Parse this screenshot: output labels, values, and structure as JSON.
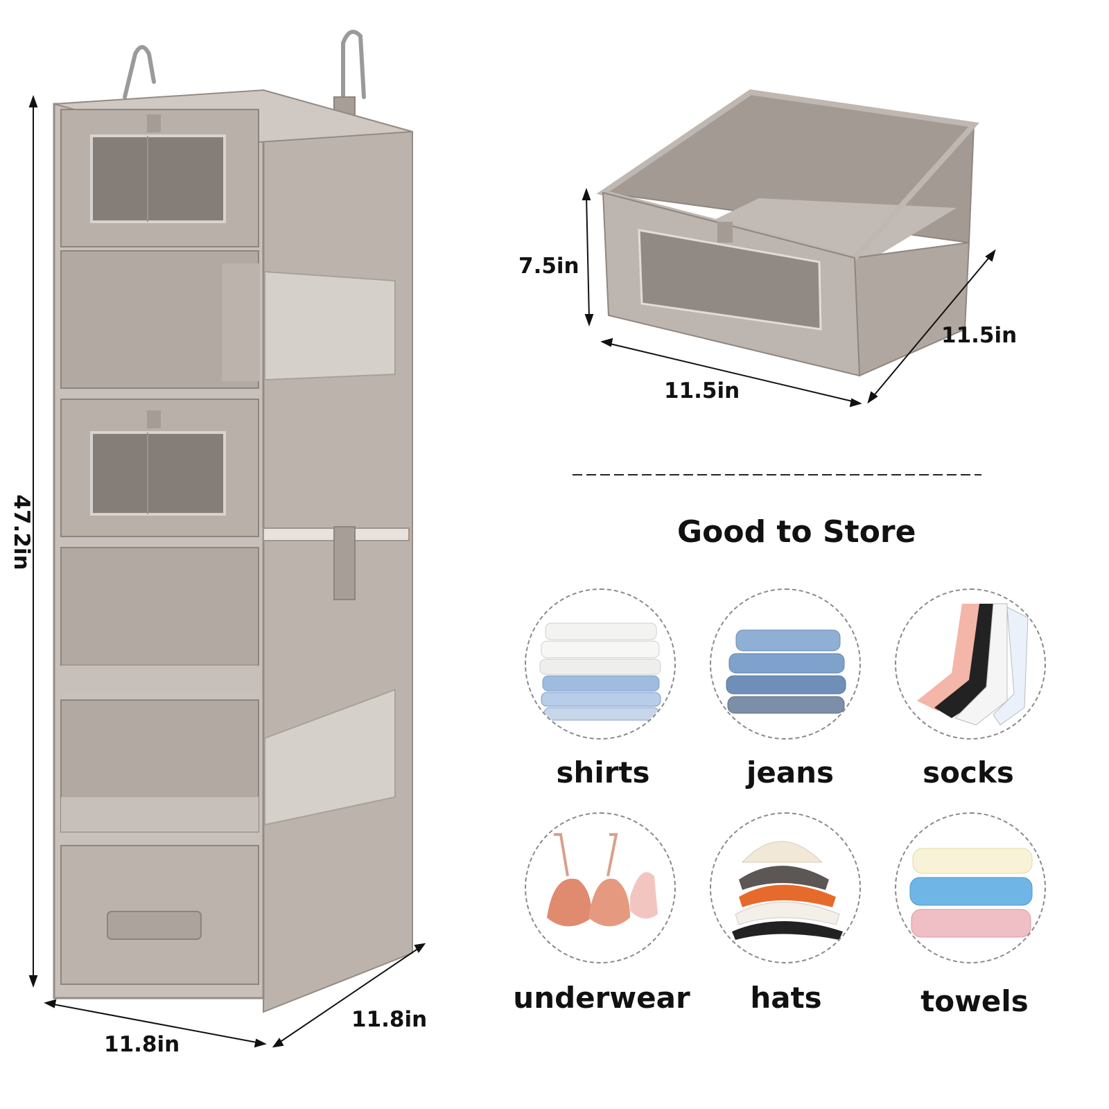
{
  "organizer": {
    "height_label": "47.2in",
    "width_label": "11.8in",
    "depth_label": "11.8in"
  },
  "drawer": {
    "height_label": "7.5in",
    "width_label": "11.5in",
    "depth_label": "11.5in"
  },
  "store": {
    "title": "Good to Store",
    "items": [
      {
        "label": "shirts",
        "icon": "shirts-icon"
      },
      {
        "label": "jeans",
        "icon": "jeans-icon"
      },
      {
        "label": "socks",
        "icon": "socks-icon"
      },
      {
        "label": "underwear",
        "icon": "underwear-icon"
      },
      {
        "label": "hats",
        "icon": "hats-icon"
      },
      {
        "label": "towels",
        "icon": "towels-icon"
      }
    ]
  },
  "colors": {
    "fabric": "#b7aea8",
    "fabric_dark": "#9c928c",
    "fabric_light": "#cfc8c3",
    "window": "#8e8580"
  }
}
